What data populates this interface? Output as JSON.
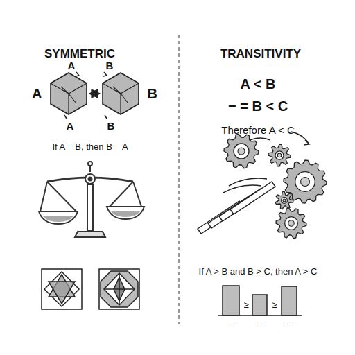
{
  "diagram": {
    "nodes": [
      {
        "text": [
          "A"
        ]
      },
      {
        "text": [
          "B"
        ]
      }
    ],
    "edges": [
      {
        "from": 0,
        "to": 1,
        "arrow": "both"
      }
    ],
    "labels": [
      "SYMMETRIC",
      "TRANSITIVITY",
      "A",
      "A",
      "B",
      "B",
      "If A = B, then B = A",
      "A < B",
      "− = B < C",
      "Therefore A < C",
      "If A > B and B > C, then A > C",
      "≥",
      "≥",
      "=",
      "=",
      "="
    ]
  }
}
